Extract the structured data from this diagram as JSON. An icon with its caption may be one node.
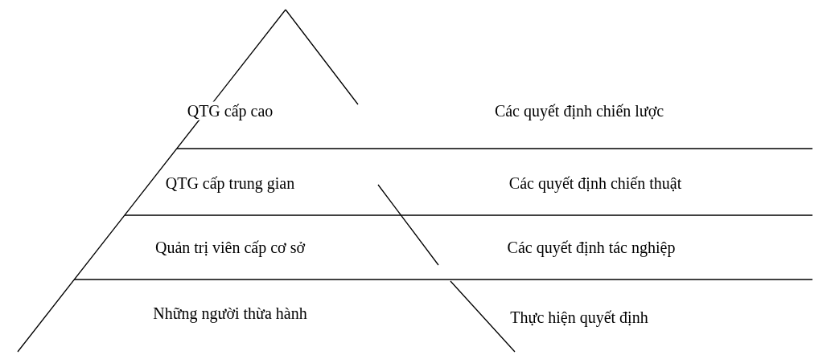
{
  "diagram": {
    "nodes": [
      {
        "text": [
          "QTG cấp cao"
        ]
      },
      {
        "text": [
          "Các quyết định chiến lược"
        ]
      },
      {
        "text": [
          "QTG cấp trung gian"
        ]
      },
      {
        "text": [
          "Các quyết định chiến thuật"
        ]
      },
      {
        "text": [
          "Quản trị viên cấp cơ sở"
        ]
      },
      {
        "text": [
          "Các quyết định tác nghiệp"
        ]
      },
      {
        "text": [
          "Những người thừa hành"
        ]
      },
      {
        "text": [
          "Thực hiện quyết định"
        ]
      }
    ],
    "edges": []
  }
}
